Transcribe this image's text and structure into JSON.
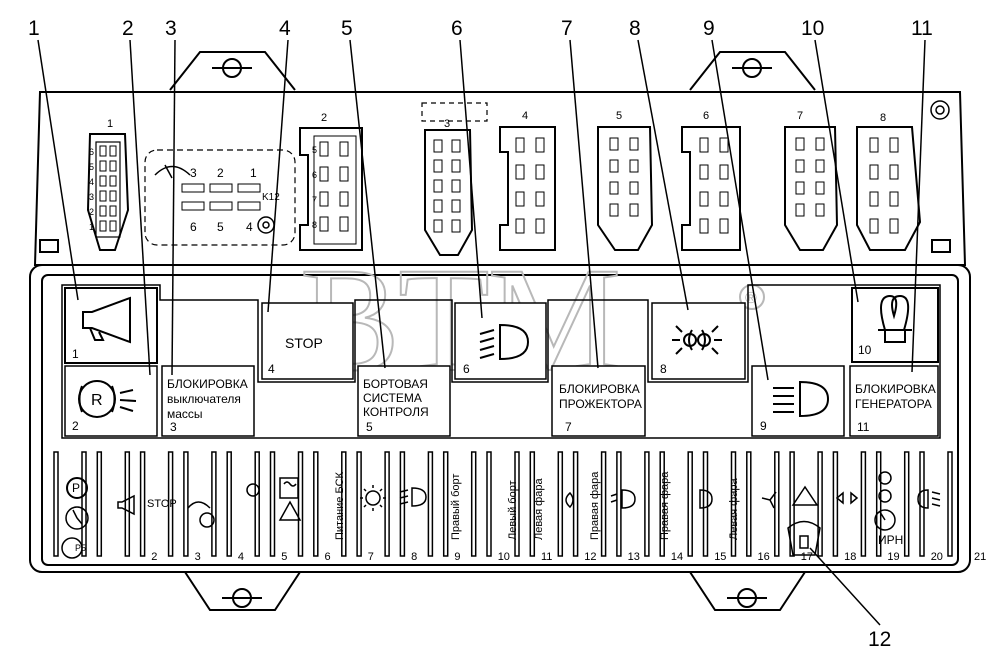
{
  "callouts": [
    "1",
    "2",
    "3",
    "4",
    "5",
    "6",
    "7",
    "8",
    "9",
    "10",
    "11",
    "12"
  ],
  "connectors": [
    "1",
    "2",
    "3",
    "4",
    "5",
    "6",
    "7",
    "8"
  ],
  "connector1_pins": [
    "6",
    "5",
    "4",
    "3",
    "2",
    "1"
  ],
  "connector2_pins": [
    "5",
    "6",
    "7",
    "8"
  ],
  "relay_socket_pins": [
    "3",
    "2",
    "1",
    "6",
    "5",
    "4"
  ],
  "relay_socket_label": "K12",
  "relays": {
    "r1": {
      "num": "1"
    },
    "r2": {
      "num": "2"
    },
    "r3": {
      "num": "3",
      "line1": "БЛОКИРОВКА",
      "line2": "выключателя",
      "line3": "массы"
    },
    "r4": {
      "num": "4",
      "text": "STOP"
    },
    "r5": {
      "num": "5",
      "line1": "БОРТОВАЯ",
      "line2": "СИСТЕМА",
      "line3": "КОНТРОЛЯ"
    },
    "r6": {
      "num": "6"
    },
    "r7": {
      "num": "7",
      "line1": "БЛОКИРОВКА",
      "line2": "ПРОЖЕКТОРА"
    },
    "r8": {
      "num": "8"
    },
    "r9": {
      "num": "9"
    },
    "r10": {
      "num": "10"
    },
    "r11": {
      "num": "11",
      "line1": "БЛОКИРОВКА",
      "line2": "ГЕНЕРАТОРА"
    }
  },
  "fuse_numbers": [
    "2",
    "3",
    "4",
    "5",
    "6",
    "7",
    "8",
    "9",
    "10",
    "11",
    "12",
    "13",
    "14",
    "15",
    "16",
    "17",
    "18",
    "19",
    "20",
    "21"
  ],
  "fuse_labels": {
    "stop": "STOP",
    "bsk": "Питание БСК",
    "right_side": "Правый борт",
    "left_side": "Левый борт",
    "left_headlight_1": "Левая фара",
    "right_headlight_1": "Правая фара",
    "right_headlight_2": "Правая фара",
    "left_headlight_2": "Левая фара",
    "irn": "ИРН",
    "p5": "P5"
  },
  "watermark": "ВТМ",
  "registered_mark": "®"
}
